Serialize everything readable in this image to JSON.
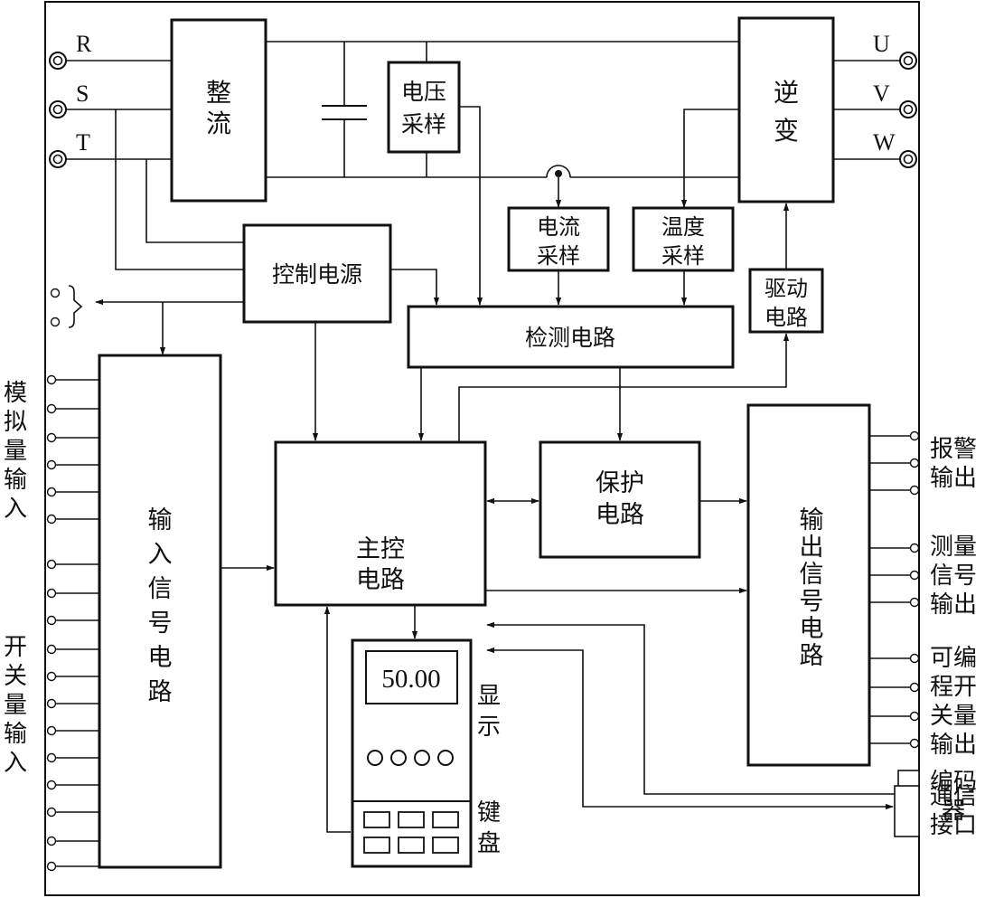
{
  "terminals": {
    "input": [
      "R",
      "S",
      "T"
    ],
    "output": [
      "U",
      "V",
      "W"
    ]
  },
  "blocks": {
    "rectifier": [
      "整",
      "流"
    ],
    "voltage_sampling": [
      "电压",
      "采样"
    ],
    "inverter": [
      "逆",
      "变"
    ],
    "current_sampling": [
      "电流",
      "采样"
    ],
    "temperature_sampling": [
      "温度",
      "采样"
    ],
    "control_power": "控制电源",
    "detection_circuit": "检测电路",
    "drive_circuit": [
      "驱动",
      "电路"
    ],
    "input_signal_circuit": [
      "输",
      "入",
      "信",
      "号",
      "电",
      "路"
    ],
    "main_control_circuit": [
      "主控",
      "电路"
    ],
    "protection_circuit": [
      "保护",
      "电路"
    ],
    "output_signal_circuit": [
      "输",
      "出",
      "信",
      "号",
      "电",
      "路"
    ]
  },
  "display": {
    "value": "50.00",
    "label": [
      "显",
      "示"
    ]
  },
  "keyboard": {
    "label": [
      "键",
      "盘"
    ]
  },
  "left_labels": {
    "analog_input": [
      "模",
      "拟",
      "量",
      "输",
      "入"
    ],
    "switch_input": [
      "开",
      "关",
      "量",
      "输",
      "入"
    ]
  },
  "right_labels": {
    "alarm_output": [
      "报警",
      "输出"
    ],
    "measurement_output": [
      "测量",
      "信号",
      "输出"
    ],
    "programmable_switch_output": [
      "可编",
      "程开",
      "关量",
      "输出"
    ],
    "encoder": [
      "编码",
      "器"
    ],
    "comm_interface": [
      "通信",
      "接口"
    ]
  }
}
